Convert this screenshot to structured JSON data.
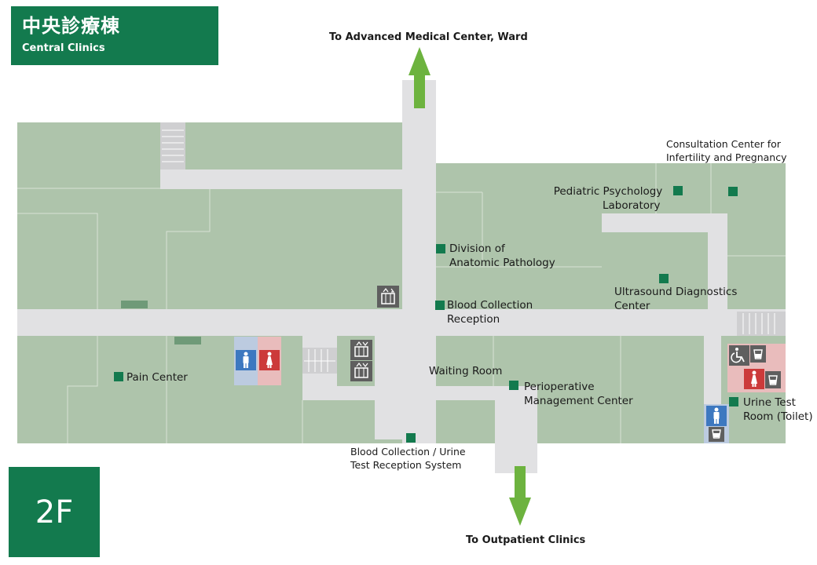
{
  "building": {
    "name_jp": "中央診療棟",
    "name_en": "Central Clinics"
  },
  "floor": "2F",
  "directions": {
    "up": "To Advanced Medical Center, Ward",
    "down": "To Outpatient Clinics"
  },
  "rooms": {
    "consultation_infertility": [
      "Consultation Center for",
      "Infertility and Pregnancy"
    ],
    "pediatric_psychology": [
      "Pediatric Psychology",
      "Laboratory"
    ],
    "anatomic_pathology": [
      "Division of",
      "Anatomic Pathology"
    ],
    "ultrasound": [
      "Ultrasound Diagnostics",
      "Center"
    ],
    "blood_collection": [
      "Blood Collection",
      "Reception"
    ],
    "pain_center": "Pain Center",
    "waiting_room": "Waiting Room",
    "perioperative": [
      "Perioperative",
      "Management Center"
    ],
    "urine_test": [
      "Urine Test",
      "Room (Toilet)"
    ],
    "blood_urine_reception": [
      "Blood Collection / Urine",
      "Test Reception System"
    ]
  },
  "colors": {
    "brand_green": "#137a4e",
    "room_fill": "#aec4ab",
    "corridor": "#e1e1e3",
    "arrow": "#6db33f",
    "male_restroom": "#3d78c0",
    "female_restroom": "#cc3a3a"
  }
}
